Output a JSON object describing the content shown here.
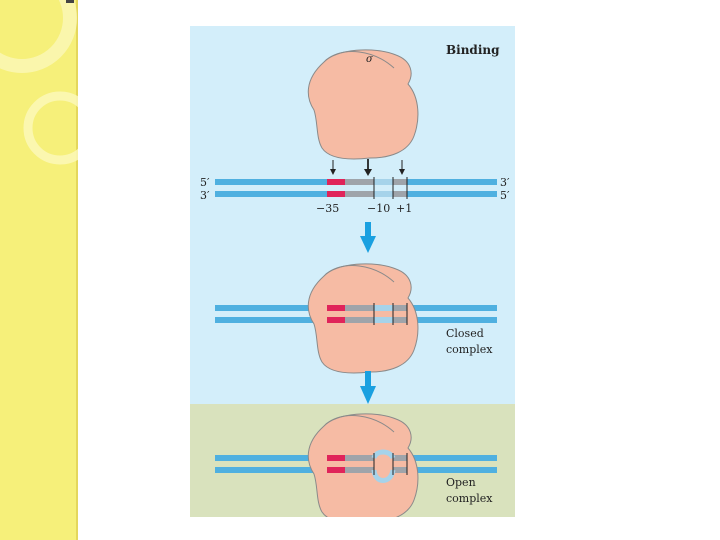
{
  "diagram": {
    "panel1": {
      "title": "Binding",
      "sigma_label": "σ",
      "strand_ends": {
        "top_left": "5′",
        "bottom_left": "3′",
        "top_right": "3′",
        "bottom_right": "5′"
      },
      "positions": {
        "minus35": "−35",
        "minus10": "−10",
        "plus1": "+1"
      }
    },
    "panel2": {
      "label_line1": "Closed",
      "label_line2": "complex"
    },
    "panel3": {
      "label_line1": "Open",
      "label_line2": "complex"
    },
    "colors": {
      "panel_bg_top": "#d3eefa",
      "panel_bg_bottom": "#d9e2bd",
      "dna_strand": "#4fb0e0",
      "region_minus35": "#e0245a",
      "region_spacer": "#9fa4aa",
      "region_minus10": "#a6d3ea",
      "polymerase": "#f6bba4",
      "arrow": "#1aa0e0",
      "sidebar": "#f6f07a"
    }
  }
}
